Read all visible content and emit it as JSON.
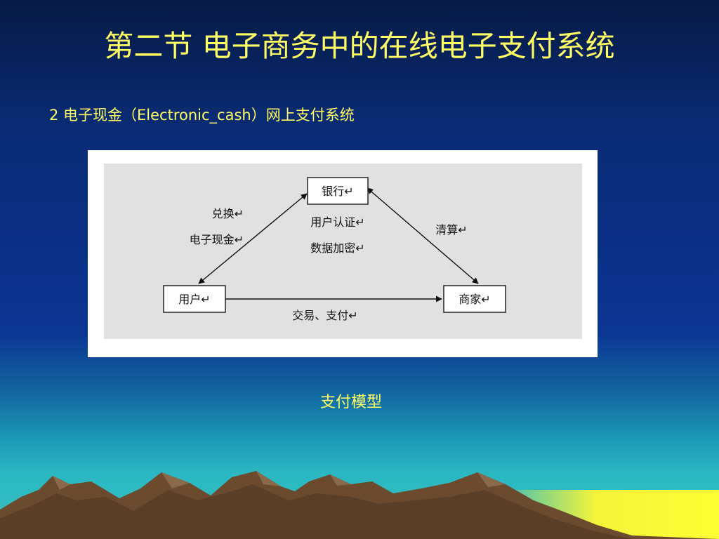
{
  "slide": {
    "title": "第二节  电子商务中的在线电子支付系统",
    "subtitle": "2  电子现金（Electronic_cash）网上支付系统",
    "caption": "支付模型"
  },
  "diagram": {
    "nodes": {
      "bank": "银行↵",
      "user": "用户↵",
      "merchant": "商家↵"
    },
    "labels": {
      "exchange": "兑换↵",
      "ecash": "电子现金↵",
      "auth": "用户认证↵",
      "encrypt": "数据加密↵",
      "clearing": "清算↵",
      "transaction": "交易、支付↵"
    }
  },
  "colors": {
    "title": "#ffff66",
    "diagram_bg": "#e1e1e1",
    "node_border": "#222222"
  }
}
